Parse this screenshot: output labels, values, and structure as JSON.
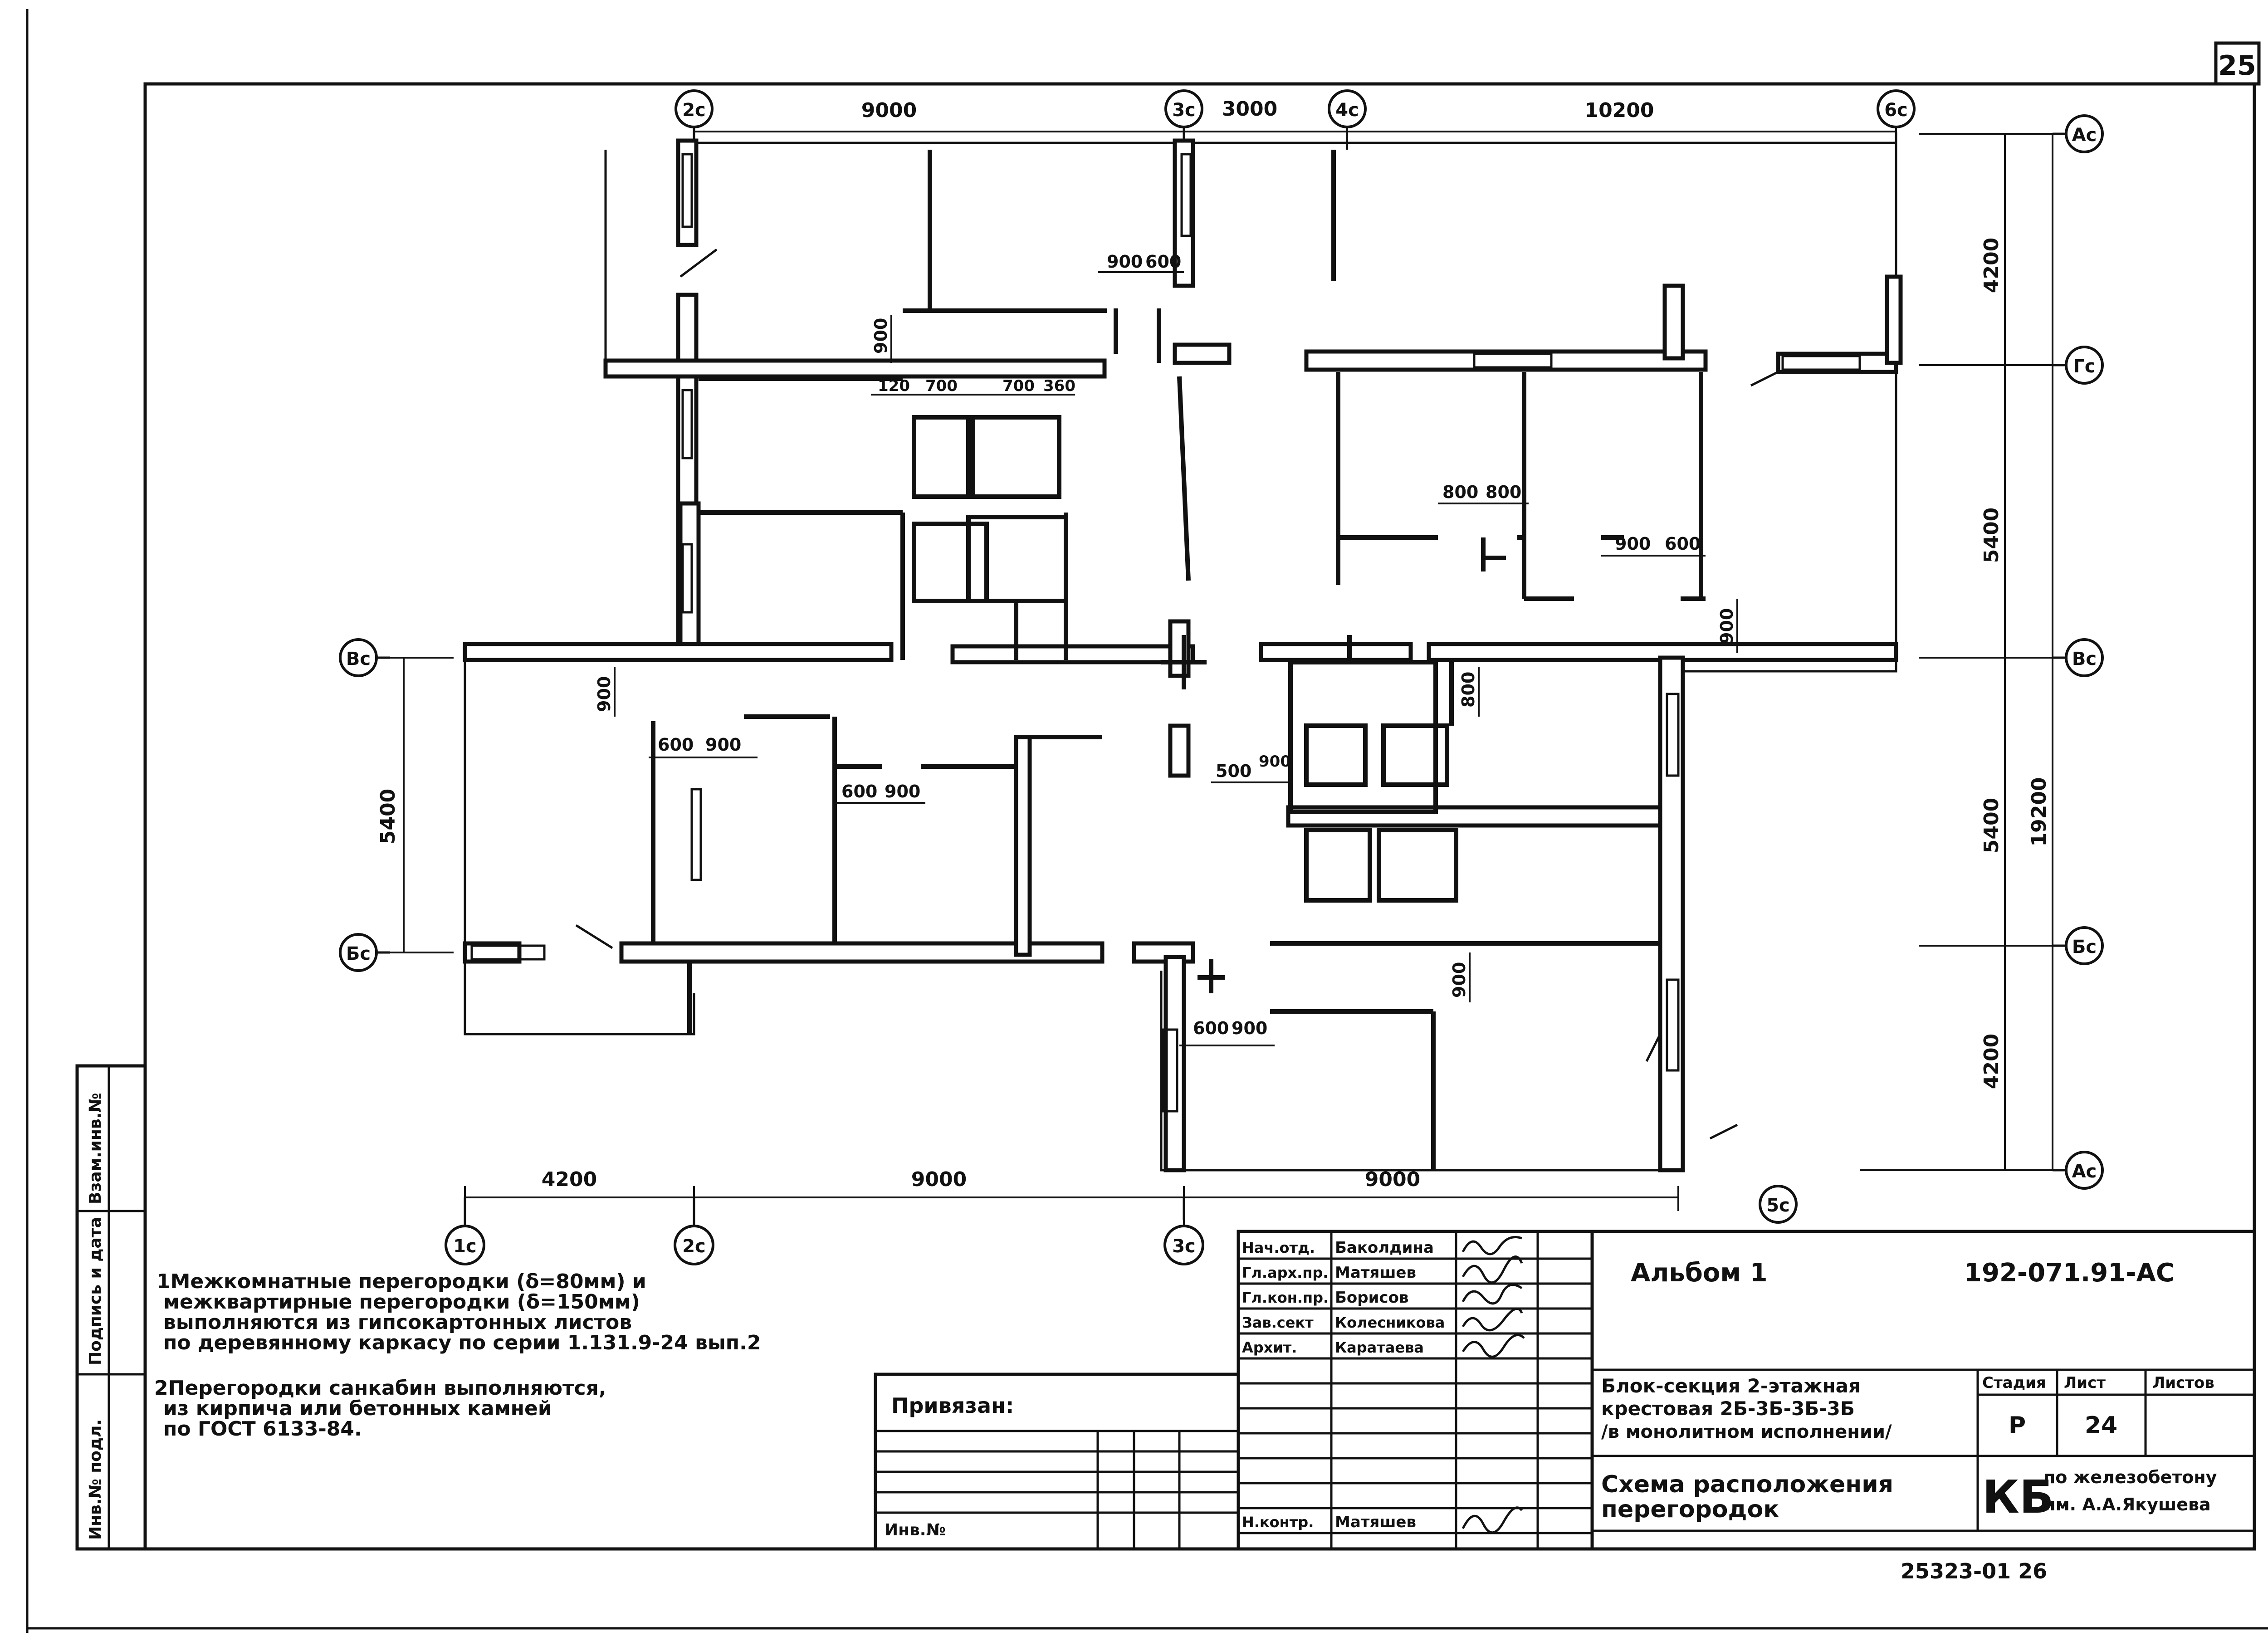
{
  "sheet": {
    "sheet_number": "25",
    "bottom_code": "25323-01  26"
  },
  "axes": {
    "top": [
      "2с",
      "3с",
      "4с",
      "6с"
    ],
    "bottom": [
      "1с",
      "2с",
      "3с",
      "5с"
    ],
    "left": [
      "Вс",
      "Бс"
    ],
    "right": [
      "Ас",
      "Гс",
      "Вс",
      "Бс",
      "Ас"
    ]
  },
  "dimensions": {
    "top": [
      "9000",
      "3000",
      "10200"
    ],
    "bottom": [
      "4200",
      "9000",
      "9000"
    ],
    "left": [
      "5400"
    ],
    "right": [
      "4200",
      "5400",
      "5400",
      "4200"
    ],
    "right_total": "19200",
    "inner": [
      "900",
      "600",
      "900",
      "120",
      "700",
      "700",
      "360",
      "800",
      "800",
      "900",
      "600",
      "900",
      "900",
      "600",
      "900",
      "800",
      "600",
      "900",
      "500",
      "900",
      "900",
      "600",
      "900"
    ]
  },
  "notes": {
    "note1_line1": "1Межкомнатные перегородки (δ=80мм) и",
    "note1_line2": "межквартирные перегородки (δ=150мм)",
    "note1_line3": "выполняются из гипсокартонных листов",
    "note1_line4": "по деревянному каркасу по серии 1.131.9-24 вып.2",
    "note2_line1": "2Перегородки санкабин выполняются,",
    "note2_line2": "из кирпича или бетонных камней",
    "note2_line3": "по ГОСТ 6133-84."
  },
  "side_stamp": {
    "col1": "Инв.№ подл.",
    "col2": "Подпись и дата",
    "col3": "Взам.инв.№"
  },
  "tie_block": {
    "label": "Привязан:",
    "inv_label": "Инв.№"
  },
  "signatures": [
    {
      "role": "Нач.отд.",
      "name": "Баколдина"
    },
    {
      "role": "Гл.арх.пр.",
      "name": "Матяшев"
    },
    {
      "role": "Гл.кон.пр.",
      "name": "Борисов"
    },
    {
      "role": "Зав.сект",
      "name": "Колесникова"
    },
    {
      "role": "Архит.",
      "name": "Каратаева"
    },
    {
      "role": "Н.контр.",
      "name": "Матяшев"
    }
  ],
  "title_block": {
    "album": "Альбом 1",
    "code": "192-071.91-АС",
    "project_line1": "Блок-секция 2-этажная",
    "project_line2": "крестовая 2Б-3Б-3Б-3Б",
    "project_line3": "/в монолитном исполнении/",
    "stage_label": "Стадия",
    "sheet_label": "Лист",
    "sheets_label": "Листов",
    "stage": "Р",
    "sheet": "24",
    "sheets": "",
    "drawing_title_line1": "Схема расположения",
    "drawing_title_line2": "перегородок",
    "org_logo": "КБ",
    "org_line1": "по железобетону",
    "org_line2": "им. А.А.Якушева"
  }
}
